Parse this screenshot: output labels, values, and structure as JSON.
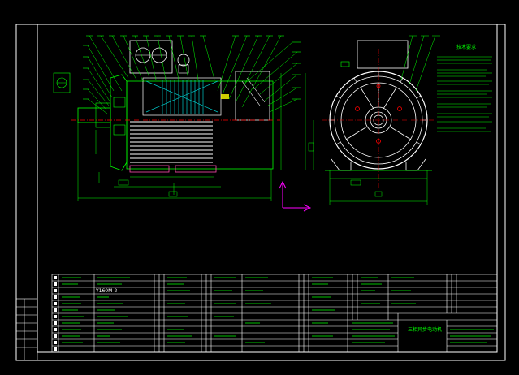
{
  "drawing": {
    "title_block_title": "三相异步电动机",
    "tech_req_heading": "技术要求",
    "table_label": "Y160M-2"
  },
  "colors": {
    "background": "#000000",
    "frame": "#ffffff",
    "part_lines": "#00ff00",
    "centerline": "#ff0000",
    "winding": "#00c8c8",
    "ucs": "#ff00ff",
    "highlight": "#ffff00"
  }
}
